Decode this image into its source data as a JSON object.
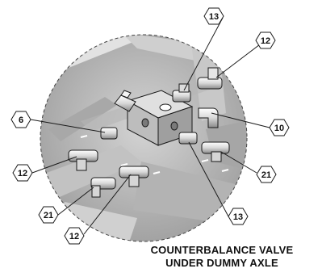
{
  "callouts": {
    "c13_top": "13",
    "c12_top": "12",
    "c6": "6",
    "c10": "10",
    "c12_left": "12",
    "c21_right": "21",
    "c21_left": "21",
    "c13_bottom": "13",
    "c12_bottom": "12"
  },
  "caption": {
    "line1": "COUNTERBALANCE VALVE",
    "line2": "UNDER DUMMY AXLE"
  },
  "colors": {
    "background": "#ffffff",
    "detail_circle": "#bdbdbd",
    "valve_block": "#c9c9c9",
    "fitting": "#ececec",
    "outline": "#1a1a1a"
  }
}
